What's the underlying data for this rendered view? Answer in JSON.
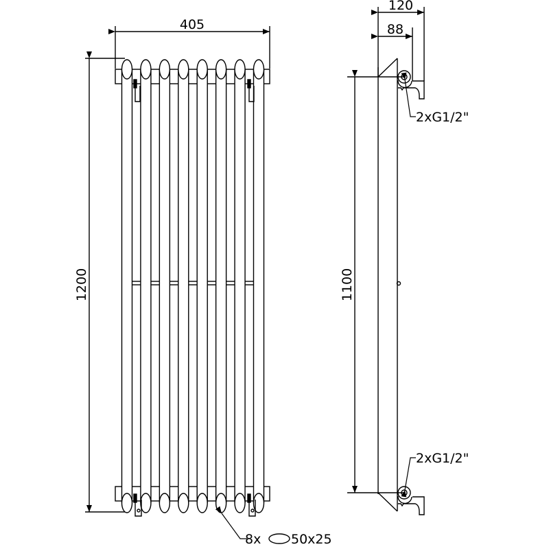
{
  "front_view": {
    "width_dim": "405",
    "height_dim": "1200",
    "tube_count": 8,
    "tube_callout": {
      "count": "8x",
      "size": "50x25"
    }
  },
  "side_view": {
    "depth_total_dim": "120",
    "depth_axis_dim": "88",
    "axis_distance_dim": "1100",
    "connection_top_label": "2xG1/2\"",
    "connection_bottom_label": "2xG1/2\""
  },
  "colors": {
    "line": "#000000",
    "background": "#ffffff"
  }
}
